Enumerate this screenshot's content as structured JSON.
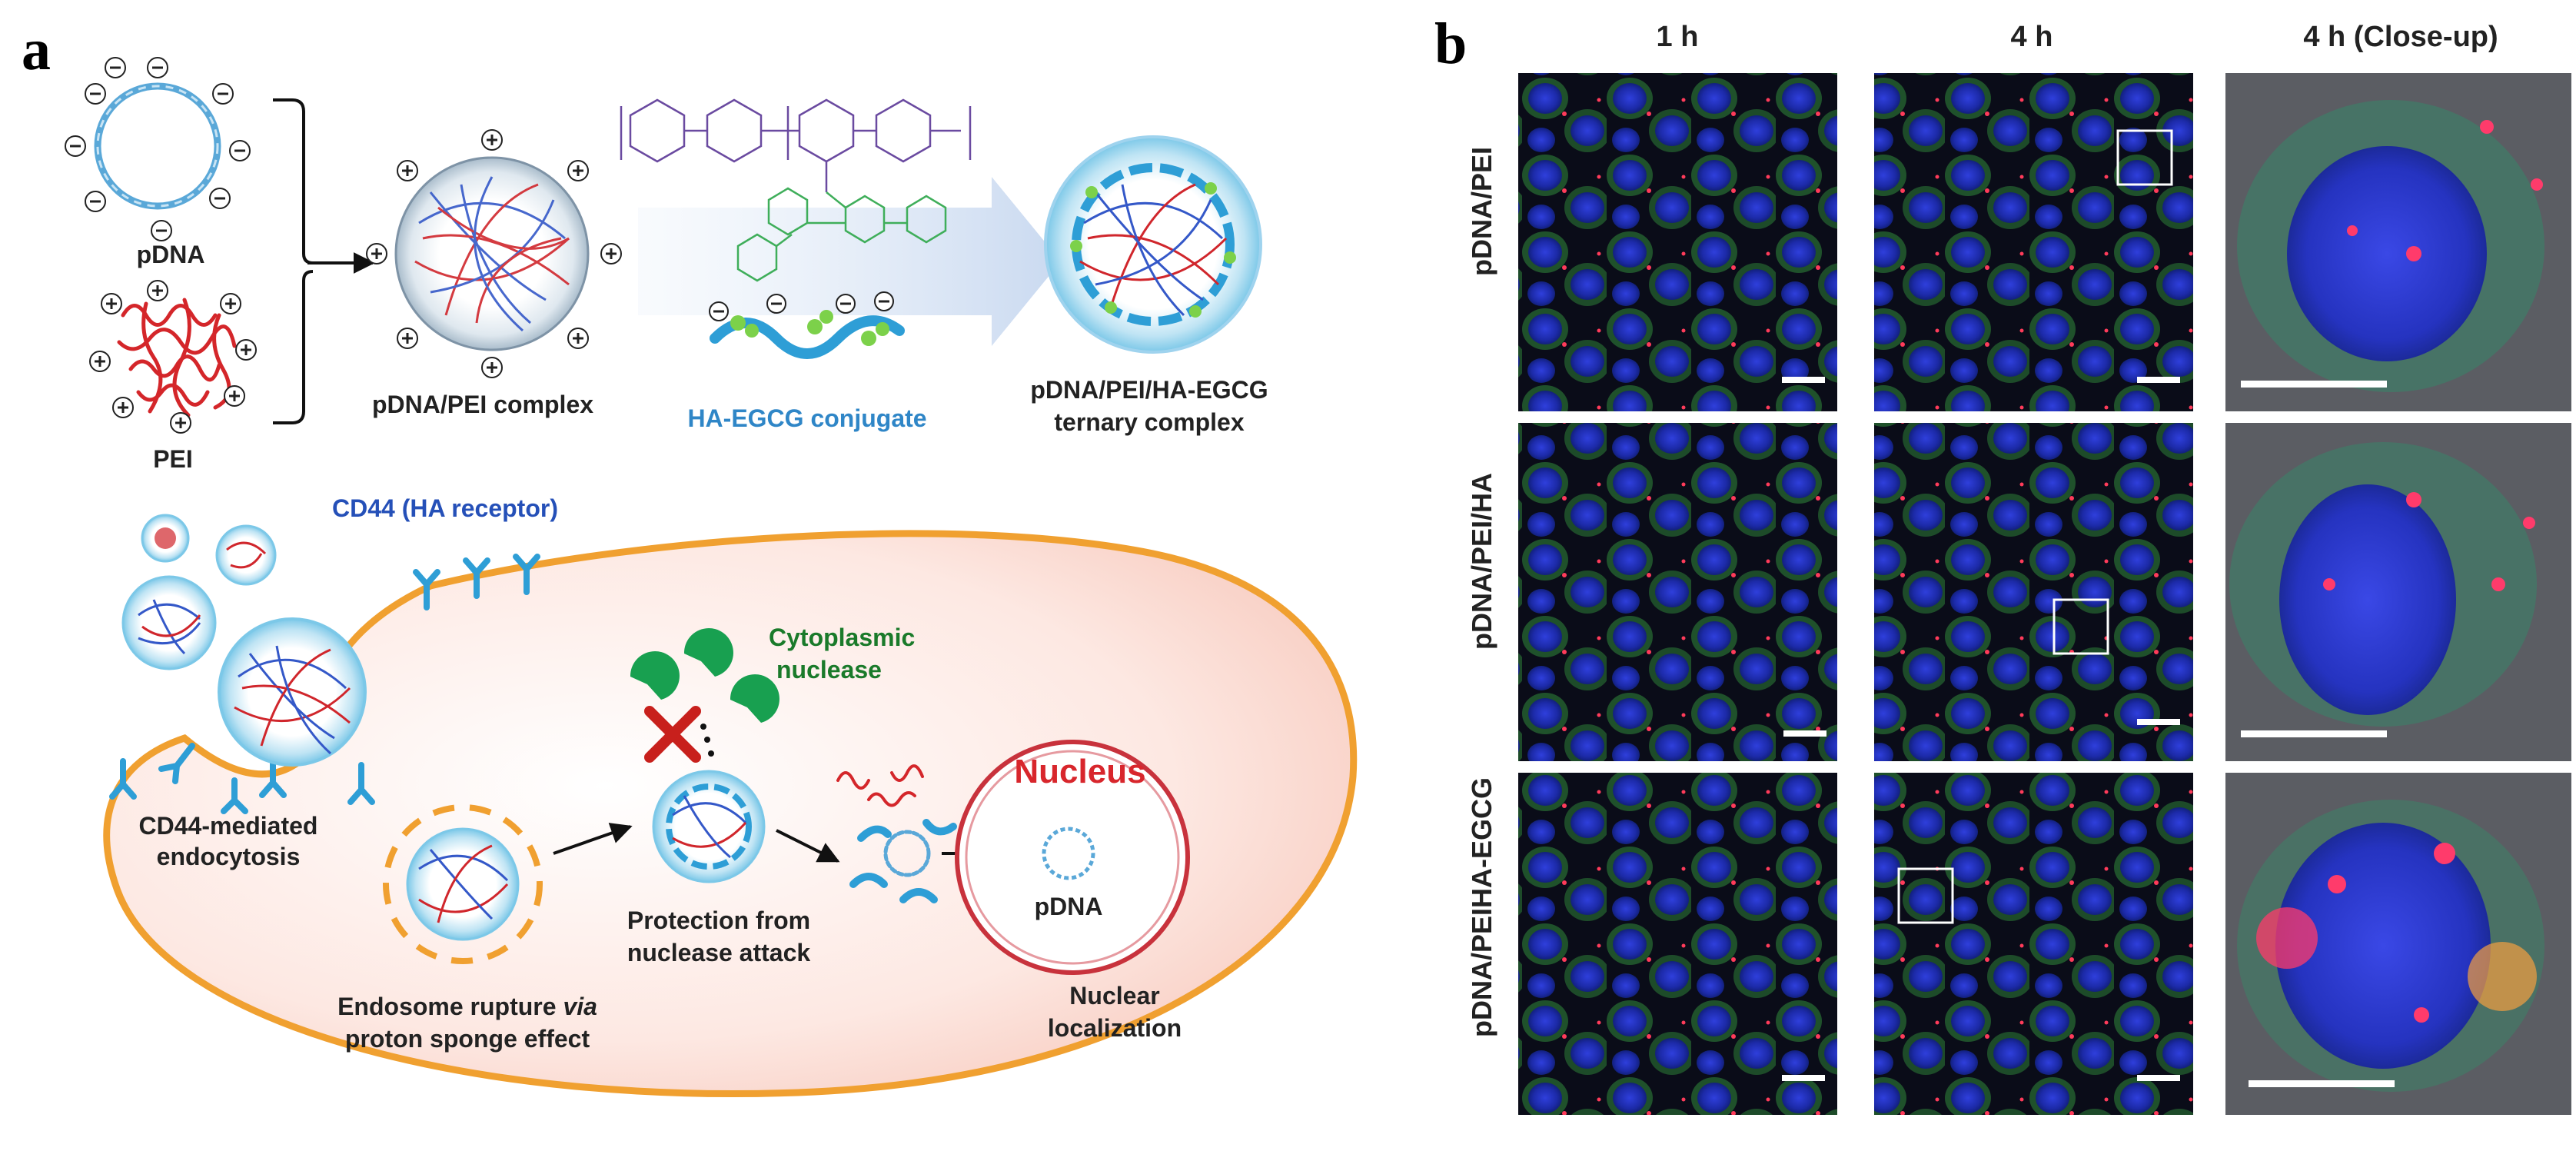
{
  "panel_a": {
    "letter": "a",
    "pdna_label": "pDNA",
    "pei_label": "PEI",
    "complex_label": "pDNA/PEI complex",
    "conjugate_label": "HA-EGCG conjugate",
    "ternary_label_line1": "pDNA/PEI/HA-EGCG",
    "ternary_label_line2": "ternary complex",
    "cd44_label": "CD44 (HA receptor)",
    "nuclease_line1": "Cytoplasmic",
    "nuclease_line2": "nuclease",
    "endocytosis_line1": "CD44-mediated",
    "endocytosis_line2": "endocytosis",
    "endosome_line1_prefix": "Endosome rupture ",
    "endosome_line1_italic": "via",
    "endosome_line2": "proton sponge effect",
    "protection_line1": "Protection from",
    "protection_line2": "nuclease attack",
    "nucleus_label": "Nucleus",
    "nucleus_pdna_label": "pDNA",
    "localization_line1": "Nuclear",
    "localization_line2": "localization",
    "colors": {
      "cell_fill": "#fde3dc",
      "cell_border": "#f0a030",
      "nucleus_border": "#c8323c",
      "nucleus_text": "#d8262c",
      "conjugate_text": "#2f86c7",
      "receptor": "#2e9ed6",
      "nuclease": "#18a050",
      "cross": "#c8201c",
      "pei": "#d4262a",
      "dna": "#5aa8d8"
    }
  },
  "panel_b": {
    "letter": "b",
    "column_headers": [
      "1 h",
      "4 h",
      "4 h (Close-up)"
    ],
    "row_labels": [
      "pDNA/PEI",
      "pDNA/PEI/HA",
      "pDNA/PEIHA-EGCG"
    ]
  }
}
